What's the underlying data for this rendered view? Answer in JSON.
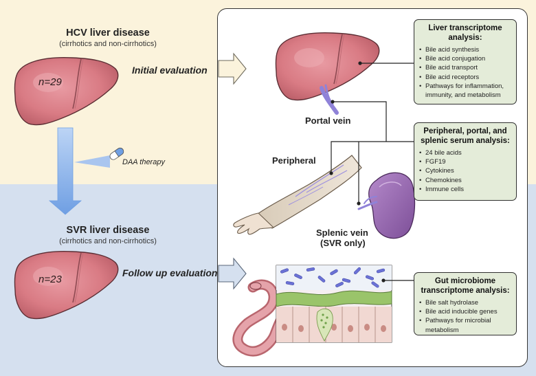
{
  "colors": {
    "top_background": "#fbf3dc",
    "bottom_background": "#d5e0ef",
    "liver": "#d97b84",
    "box_fill": "#e4ecd9",
    "arrow_blue": "#7aa7e6"
  },
  "left": {
    "top": {
      "title": "HCV liver disease",
      "subtitle": "(cirrhotics and non-cirrhotics)",
      "n_label": "n=29"
    },
    "therapy_label": "DAA therapy",
    "bottom": {
      "title": "SVR liver disease",
      "subtitle": "(cirrhotics and non-cirrhotics)",
      "n_label": "n=23"
    }
  },
  "stages": {
    "initial": "Initial evaluation",
    "follow_up": "Follow up evaluation"
  },
  "anatomy": {
    "portal_vein": "Portal vein",
    "peripheral": "Peripheral",
    "splenic_vein": "Splenic vein",
    "svr_only": "(SVR only)"
  },
  "boxes": {
    "liver": {
      "title": "Liver transcriptome analysis:",
      "items": [
        "Bile acid synthesis",
        "Bile acid conjugation",
        "Bile acid transport",
        "Bile acid receptors",
        "Pathways for inflammation, immunity, and metabolism"
      ]
    },
    "serum": {
      "title": "Peripheral, portal, and splenic serum analysis:",
      "items": [
        "24 bile acids",
        "FGF19",
        "Cytokines",
        "Chemokines",
        "Immune cells"
      ]
    },
    "gut": {
      "title": "Gut microbiome transcriptome analysis:",
      "items": [
        "Bile salt hydrolase",
        "Bile acid inducible genes",
        "Pathways for microbial metabolism"
      ]
    }
  }
}
